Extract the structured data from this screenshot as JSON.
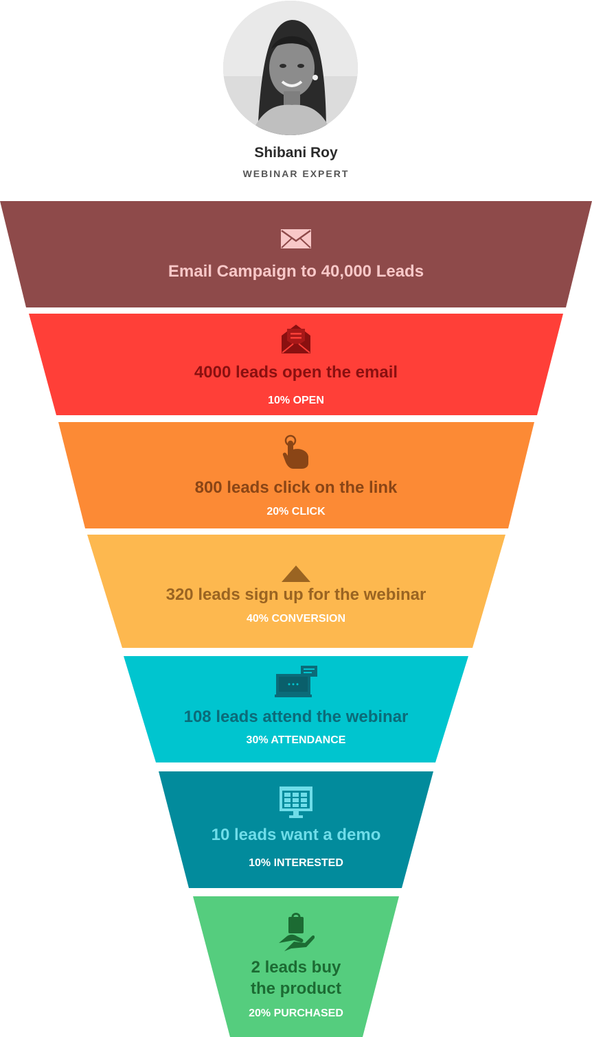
{
  "profile": {
    "name": "Shibani Roy",
    "role": "WEBINAR EXPERT"
  },
  "funnel": [
    {
      "headline": "Email Campaign to 40,000 Leads",
      "rate": "",
      "icon": "envelope-icon",
      "color": "#8e4a4a",
      "text_color": "#f8c8c8"
    },
    {
      "headline": "4000 leads open the email",
      "rate": "10% OPEN",
      "icon": "open-envelope-icon",
      "color": "#ff3f38",
      "text_color": "#8a1010"
    },
    {
      "headline": "800 leads click on the link",
      "rate": "20% CLICK",
      "icon": "pointing-hand-icon",
      "color": "#fc8a35",
      "text_color": "#8a4516"
    },
    {
      "headline": "320 leads sign up for the webinar",
      "rate": "40% CONVERSION",
      "icon": "triangle-up-icon",
      "color": "#fdb84f",
      "text_color": "#9a6422"
    },
    {
      "headline": "108 leads attend the webinar",
      "rate": "30% ATTENDANCE",
      "icon": "laptop-chat-icon",
      "color": "#00c5cf",
      "text_color": "#0b6b79"
    },
    {
      "headline": "10 leads want a demo",
      "rate": "10% INTERESTED",
      "icon": "monitor-calendar-icon",
      "color": "#028b9c",
      "text_color": "#6fdde9"
    },
    {
      "headline": "2 leads buy\nthe product",
      "rate": "20% PURCHASED",
      "icon": "hand-bag-icon",
      "color": "#55cd7e",
      "text_color": "#1c6b33"
    }
  ]
}
